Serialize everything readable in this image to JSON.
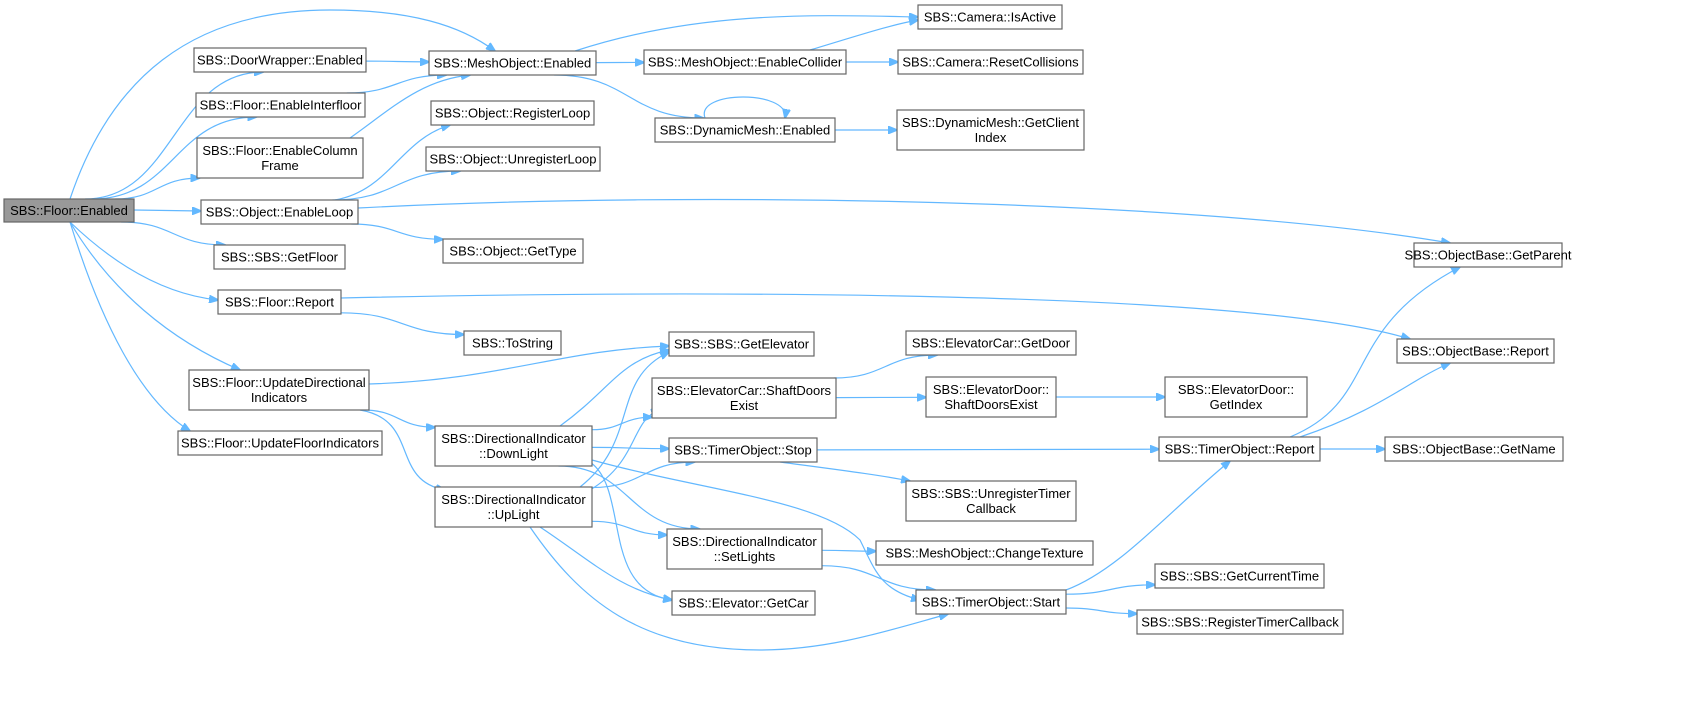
{
  "graph": {
    "edge_color": "#63b8ff",
    "node_border": "#666666",
    "root_fill": "#999999",
    "nodes": {
      "floor_enabled": [
        "SBS::Floor::Enabled"
      ],
      "doorwrapper_enabled": [
        "SBS::DoorWrapper::Enabled"
      ],
      "floor_enableinterfloor": [
        "SBS::Floor::EnableInterfloor"
      ],
      "floor_enablecolumnframe": [
        "SBS::Floor::EnableColumn",
        "Frame"
      ],
      "object_enableloop": [
        "SBS::Object::EnableLoop"
      ],
      "sbs_getfloor": [
        "SBS::SBS::GetFloor"
      ],
      "floor_report": [
        "SBS::Floor::Report"
      ],
      "floor_updatedirectional": [
        "SBS::Floor::UpdateDirectional",
        "Indicators"
      ],
      "floor_updatefloorindicators": [
        "SBS::Floor::UpdateFloorIndicators"
      ],
      "meshobject_enabled": [
        "SBS::MeshObject::Enabled"
      ],
      "object_registerloop": [
        "SBS::Object::RegisterLoop"
      ],
      "object_unregisterloop": [
        "SBS::Object::UnregisterLoop"
      ],
      "object_gettype": [
        "SBS::Object::GetType"
      ],
      "tostring": [
        "SBS::ToString"
      ],
      "sbs_getelevator": [
        "SBS::SBS::GetElevator"
      ],
      "di_downlight": [
        "SBS::DirectionalIndicator",
        "::DownLight"
      ],
      "di_uplight": [
        "SBS::DirectionalIndicator",
        "::UpLight"
      ],
      "meshobject_enablecollider": [
        "SBS::MeshObject::EnableCollider"
      ],
      "dynamicmesh_enabled": [
        "SBS::DynamicMesh::Enabled"
      ],
      "elevatorcar_shaftdoorsexist": [
        "SBS::ElevatorCar::ShaftDoors",
        "Exist"
      ],
      "timerobject_stop": [
        "SBS::TimerObject::Stop"
      ],
      "di_setlights": [
        "SBS::DirectionalIndicator",
        "::SetLights"
      ],
      "elevator_getcar": [
        "SBS::Elevator::GetCar"
      ],
      "camera_isactive": [
        "SBS::Camera::IsActive"
      ],
      "camera_resetcollisions": [
        "SBS::Camera::ResetCollisions"
      ],
      "dynamicmesh_getclientindex": [
        "SBS::DynamicMesh::GetClient",
        "Index"
      ],
      "elevatorcar_getdoor": [
        "SBS::ElevatorCar::GetDoor"
      ],
      "elevatordoor_shaftdoorsexist": [
        "SBS::ElevatorDoor::",
        "ShaftDoorsExist"
      ],
      "sbs_unregistertimercallback": [
        "SBS::SBS::UnregisterTimer",
        "Callback"
      ],
      "meshobject_changetexture": [
        "SBS::MeshObject::ChangeTexture"
      ],
      "timerobject_start": [
        "SBS::TimerObject::Start"
      ],
      "elevatordoor_getindex": [
        "SBS::ElevatorDoor::",
        "GetIndex"
      ],
      "timerobject_report": [
        "SBS::TimerObject::Report"
      ],
      "sbs_getcurrenttime": [
        "SBS::SBS::GetCurrentTime"
      ],
      "sbs_registertimercallback": [
        "SBS::SBS::RegisterTimerCallback"
      ],
      "objectbase_getparent": [
        "SBS::ObjectBase::GetParent"
      ],
      "objectbase_report": [
        "SBS::ObjectBase::Report"
      ],
      "objectbase_getname": [
        "SBS::ObjectBase::GetName"
      ]
    },
    "edges": [
      [
        "floor_enabled",
        "doorwrapper_enabled"
      ],
      [
        "floor_enabled",
        "floor_enableinterfloor"
      ],
      [
        "floor_enabled",
        "floor_enablecolumnframe"
      ],
      [
        "floor_enabled",
        "object_enableloop"
      ],
      [
        "floor_enabled",
        "sbs_getfloor"
      ],
      [
        "floor_enabled",
        "floor_report"
      ],
      [
        "floor_enabled",
        "floor_updatedirectional"
      ],
      [
        "floor_enabled",
        "floor_updatefloorindicators"
      ],
      [
        "floor_enabled",
        "meshobject_enabled"
      ],
      [
        "doorwrapper_enabled",
        "meshobject_enabled"
      ],
      [
        "floor_enableinterfloor",
        "meshobject_enabled"
      ],
      [
        "floor_enablecolumnframe",
        "meshobject_enabled"
      ],
      [
        "meshobject_enabled",
        "camera_isactive"
      ],
      [
        "meshobject_enabled",
        "meshobject_enablecollider"
      ],
      [
        "meshobject_enabled",
        "dynamicmesh_enabled"
      ],
      [
        "meshobject_enablecollider",
        "camera_isactive"
      ],
      [
        "meshobject_enablecollider",
        "camera_resetcollisions"
      ],
      [
        "dynamicmesh_enabled",
        "dynamicmesh_enabled"
      ],
      [
        "dynamicmesh_enabled",
        "dynamicmesh_getclientindex"
      ],
      [
        "object_enableloop",
        "object_registerloop"
      ],
      [
        "object_enableloop",
        "object_unregisterloop"
      ],
      [
        "object_enableloop",
        "object_gettype"
      ],
      [
        "object_enableloop",
        "objectbase_getparent"
      ],
      [
        "floor_report",
        "tostring"
      ],
      [
        "floor_report",
        "objectbase_report"
      ],
      [
        "floor_updatedirectional",
        "sbs_getelevator"
      ],
      [
        "floor_updatedirectional",
        "di_downlight"
      ],
      [
        "floor_updatedirectional",
        "di_uplight"
      ],
      [
        "di_downlight",
        "sbs_getelevator"
      ],
      [
        "di_downlight",
        "elevatorcar_shaftdoorsexist"
      ],
      [
        "di_downlight",
        "timerobject_stop"
      ],
      [
        "di_downlight",
        "di_setlights"
      ],
      [
        "di_downlight",
        "elevator_getcar"
      ],
      [
        "di_downlight",
        "timerobject_start"
      ],
      [
        "di_uplight",
        "sbs_getelevator"
      ],
      [
        "di_uplight",
        "elevatorcar_shaftdoorsexist"
      ],
      [
        "di_uplight",
        "timerobject_stop"
      ],
      [
        "di_uplight",
        "di_setlights"
      ],
      [
        "di_uplight",
        "elevator_getcar"
      ],
      [
        "di_uplight",
        "timerobject_start"
      ],
      [
        "elevatorcar_shaftdoorsexist",
        "elevatorcar_getdoor"
      ],
      [
        "elevatorcar_shaftdoorsexist",
        "elevatordoor_shaftdoorsexist"
      ],
      [
        "elevatordoor_shaftdoorsexist",
        "elevatordoor_getindex"
      ],
      [
        "timerobject_stop",
        "timerobject_report"
      ],
      [
        "timerobject_stop",
        "sbs_unregistertimercallback"
      ],
      [
        "di_setlights",
        "meshobject_changetexture"
      ],
      [
        "di_setlights",
        "timerobject_start"
      ],
      [
        "timerobject_start",
        "timerobject_report"
      ],
      [
        "timerobject_start",
        "sbs_getcurrenttime"
      ],
      [
        "timerobject_start",
        "sbs_registertimercallback"
      ],
      [
        "timerobject_report",
        "objectbase_getparent"
      ],
      [
        "timerobject_report",
        "objectbase_report"
      ],
      [
        "timerobject_report",
        "objectbase_getname"
      ]
    ]
  }
}
